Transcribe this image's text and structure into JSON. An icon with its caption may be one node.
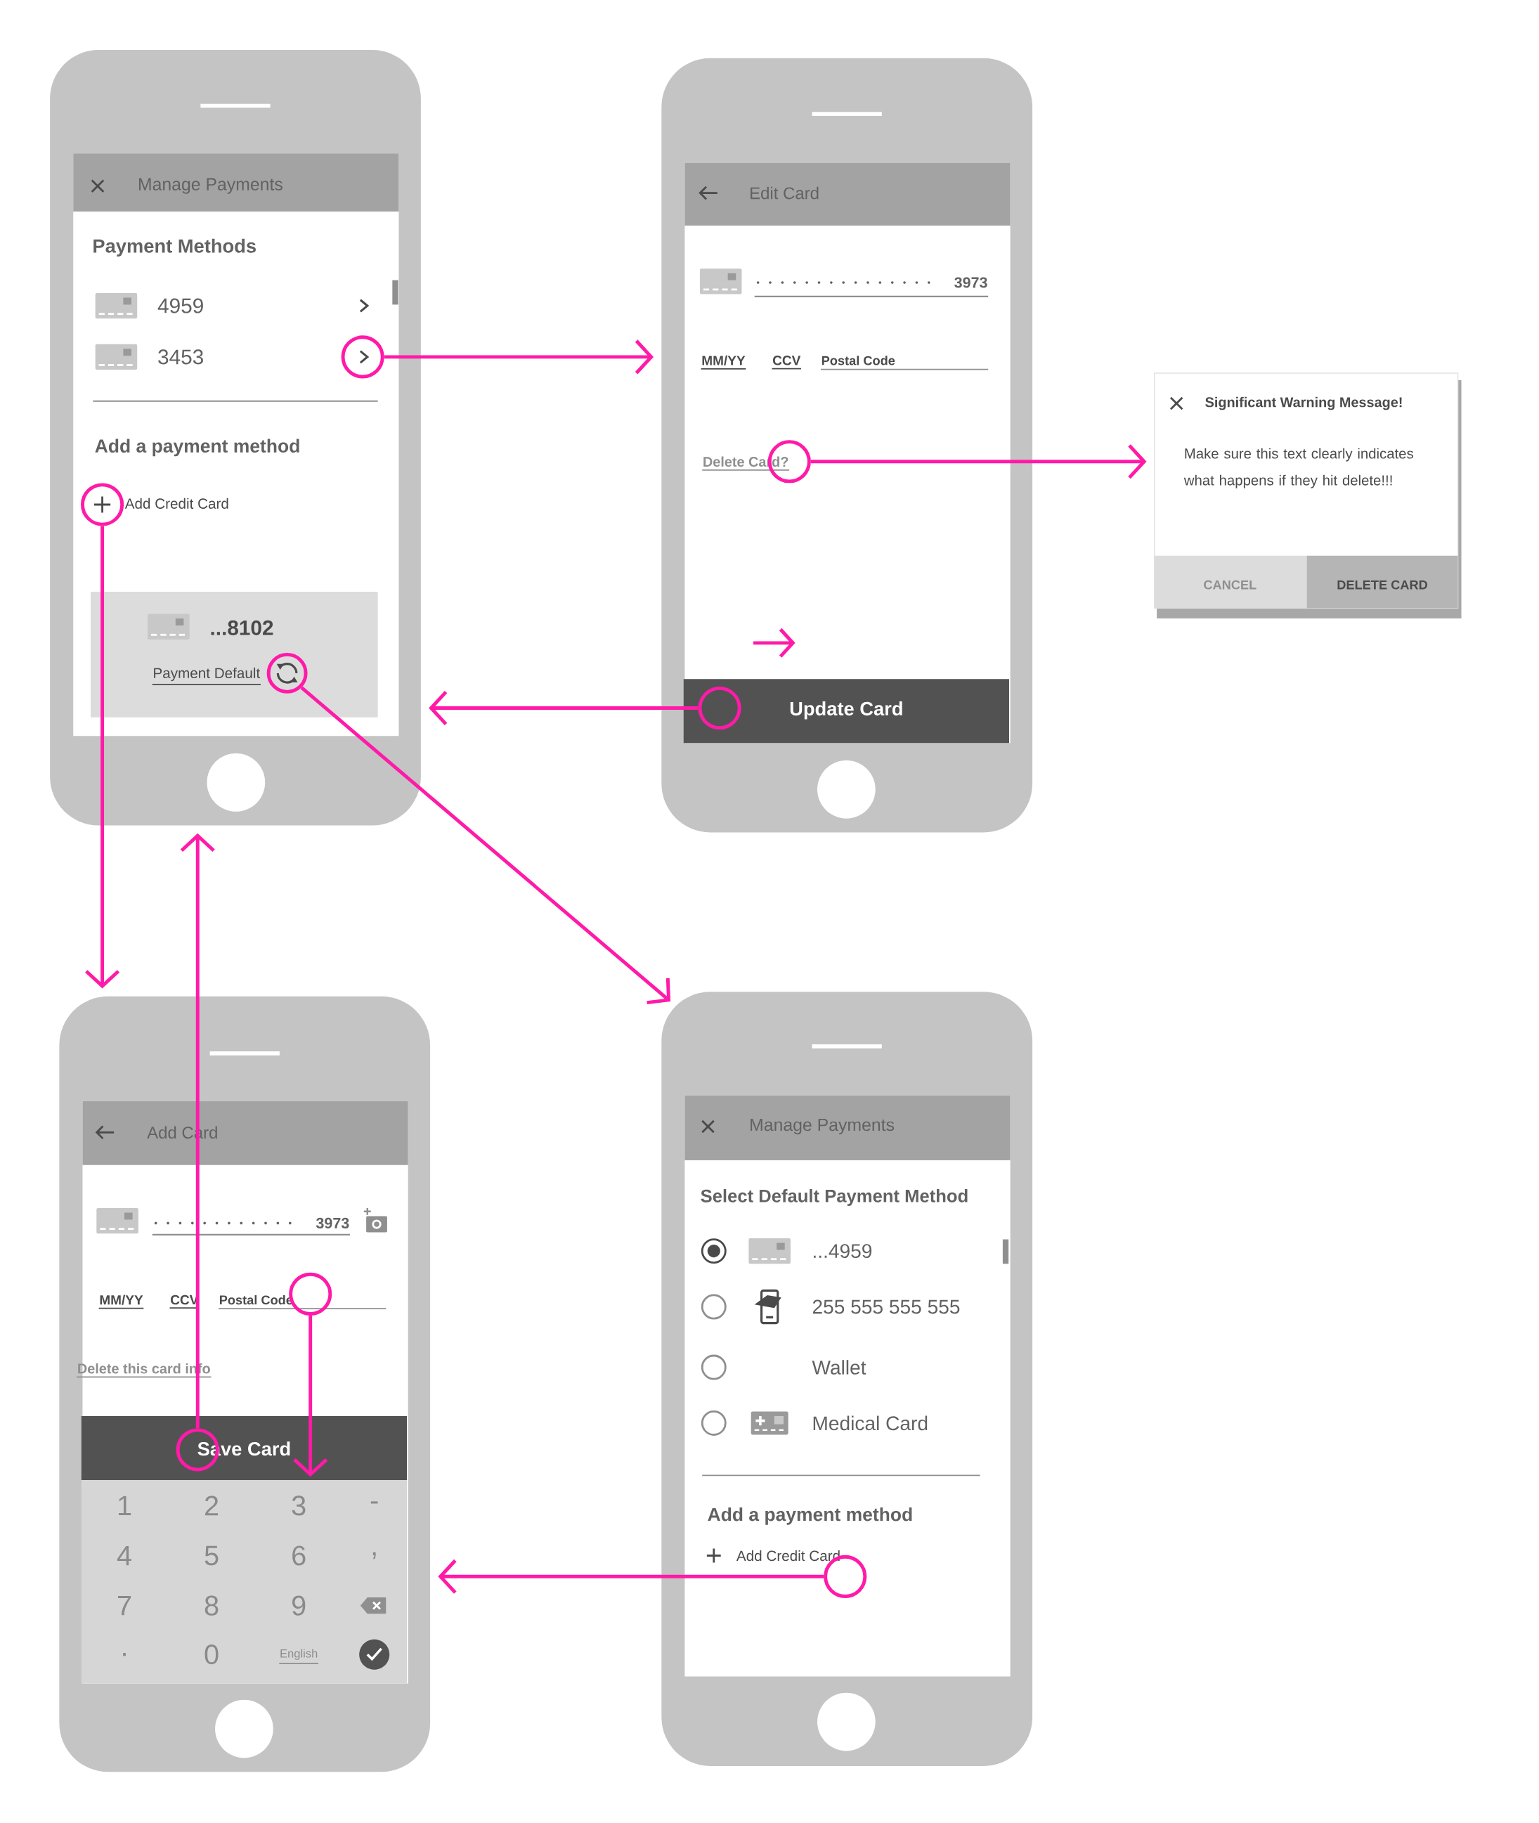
{
  "diagram": {
    "nodes": [
      {
        "text": [
          "Manage Payments",
          "Payment Methods",
          "4959",
          "3453",
          "Add a payment method",
          "Add Credit Card",
          "...8102",
          "Payment Default"
        ]
      },
      {
        "text": [],
        "shape": "circle",
        "in": 0
      },
      {
        "text": [],
        "shape": "circle",
        "in": 0
      },
      {
        "text": [],
        "shape": "circle",
        "in": 0
      },
      {
        "text": [
          "Edit Card",
          "3973",
          "MM/YY",
          "CCV",
          "Postal Code",
          "Delete Card?",
          "Update Card"
        ]
      },
      {
        "text": [],
        "shape": "circle",
        "in": 4
      },
      {
        "text": [],
        "shape": "circle",
        "in": 4
      },
      {
        "text": [
          "Significant Warning Message!",
          "Make sure this text clearly indicates what happens if they hit delete!!!",
          "CANCEL",
          "DELETE CARD"
        ]
      },
      {
        "text": [
          "Add Card",
          "3973",
          "MM/YY",
          "CCV",
          "Postal Code",
          "Delete this card info",
          "Save Card"
        ]
      },
      {
        "text": [
          "1",
          "2",
          "3",
          "-",
          "4",
          "5",
          "6",
          ",",
          "7",
          "8",
          "9",
          ".",
          "0",
          "English"
        ],
        "in": 8
      },
      {
        "text": [],
        "shape": "circle",
        "in": 8
      },
      {
        "text": [],
        "shape": "circle",
        "in": 8
      },
      {
        "text": [
          "Manage Payments",
          "Select Default Payment Method",
          "...4959",
          "255 555 555 555",
          "Wallet",
          "Medical Card",
          "Add a payment method",
          "Add Credit Card"
        ]
      },
      {
        "text": [],
        "shape": "circle",
        "in": 12
      }
    ],
    "edges": [
      {
        "from": 1,
        "to": 4,
        "arrow": "to"
      },
      {
        "from": 5,
        "to": 7,
        "arrow": "to"
      },
      {
        "from": 6,
        "to": 0,
        "arrow": "to"
      },
      {
        "from": 2,
        "to": 8,
        "arrow": "to"
      },
      {
        "from": 11,
        "to": 0,
        "arrow": "to"
      },
      {
        "from": 10,
        "to": 9,
        "arrow": "to"
      },
      {
        "from": 3,
        "to": 12,
        "arrow": "to"
      },
      {
        "from": 13,
        "to": 8,
        "arrow": "to"
      }
    ]
  }
}
